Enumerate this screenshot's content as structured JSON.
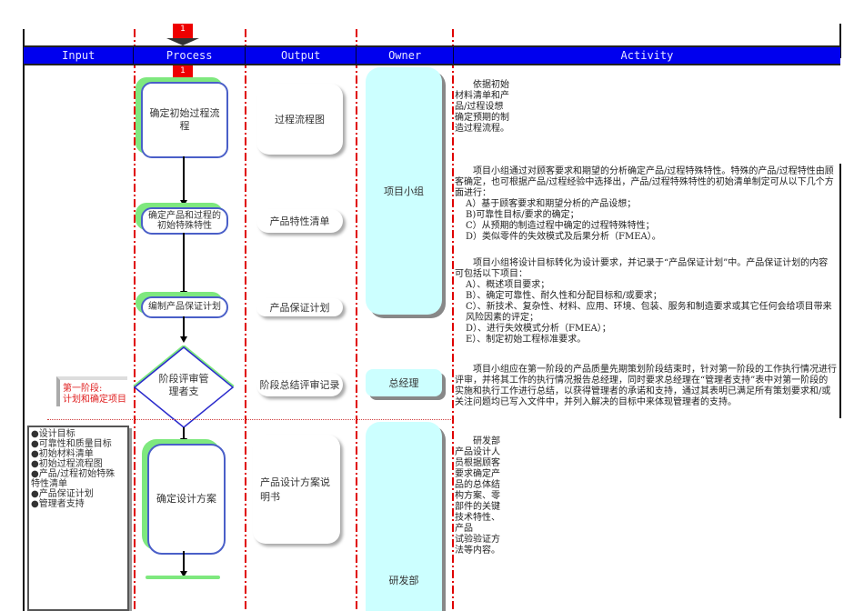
{
  "header": {
    "columns": [
      "Input",
      "Process",
      "Output",
      "Owner",
      "Activity"
    ]
  },
  "colors": {
    "header_bg": "#0000ee",
    "lane_separator": "#e00000",
    "process_border": "#4a5fc8",
    "process_shadow": "#7ee87e",
    "owner_fill": "#ccffff",
    "phase_label": "#e02020"
  },
  "markers": {
    "top": "1",
    "process": "1"
  },
  "steps": [
    {
      "process": "确定初始过程流程",
      "output": "过程流程图",
      "activity": [
        "依据初始材料清单和产品/过程设想确定预期的制造过程流程。"
      ]
    },
    {
      "process": "确定产品和过程的初始特殊特性",
      "output": "产品特性清单",
      "activity": [
        "项目小组通过对顾客要求和期望的分析确定产品/过程特殊特性。特殊的产品/过程特性由顾客确定，也可根据产品/过程经验中选择出，产品/过程特殊特性的初始清单制定可从以下几个方面进行：",
        "A）基于顾客要求和期望分析的产品设想；",
        "B)可靠性目标/要求的确定；",
        "C）从预期的制造过程中确定的过程特殊特性；",
        "D）类似零件的失效模式及后果分析（FMEA）。"
      ]
    },
    {
      "process": "编制产品保证计划",
      "output": "产品保证计划",
      "activity": [
        "项目小组将设计目标转化为设计要求，并记录于“产品保证计划”中。产品保证计划的内容可包括以下项目：",
        "A）、概述项目要求；",
        "B）、确定可靠性、耐久性和分配目标和/或要求；",
        "C）、新技术、复杂性、材料、应用、环境、包装、服务和制造要求或其它任何会给项目带来风险因素的评定；",
        "D）、进行失效模式分析（FMEA）；",
        "E）、制定初始工程标准要求。"
      ]
    },
    {
      "process": "阶段评审管理者支",
      "output": "阶段总结评审记录",
      "owner": "总经理",
      "activity": [
        "项目小组应在第一阶段的产品质量先期策划阶段结束时，针对第一阶段的工作执行情况进行评审，并将其工作的执行情况报告总经理，同时要求总经理在“管理者支持”表中对第一阶段的实施和执行工作进行总结，以获得管理者的承诺和支持，通过其表明已满足所有策划要求和/或关注问题均已写入文件中，并列入解决的目标中来体现管理者的支持。"
      ]
    },
    {
      "process": "确定设计方案",
      "output": "产品设计方案说明书",
      "activity": [
        "研发部产品设计人员根据顾客要求确定产品的总体结构方案、零部件的关键技术特性、产品",
        "试验验证方法等内容。"
      ]
    }
  ],
  "owners": {
    "group1": "项目小组",
    "group2": "研发部"
  },
  "phase_label": {
    "line1": "第一阶段:",
    "line2": "计划和确定项目"
  },
  "inputs": [
    "●设计目标",
    "●可靠性和质量目标",
    "●初始材料清单",
    "●初始过程流程图",
    "●产品/过程初始特殊特性清单",
    "●产品保证计划",
    "●管理者支持"
  ]
}
